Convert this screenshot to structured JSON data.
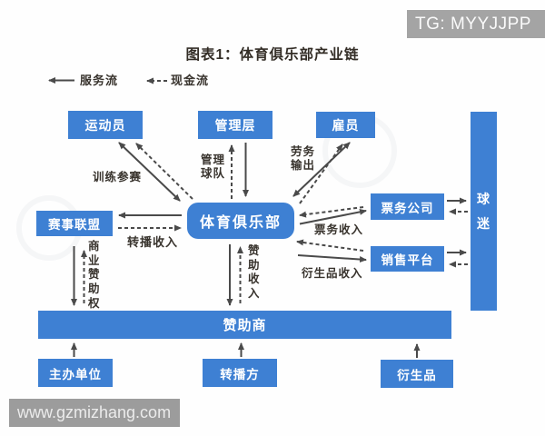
{
  "badges": {
    "top_right": "TG: MYYJJPP",
    "bottom_left": "www.gzmizhang.com"
  },
  "title": "图表1：体育俱乐部产业链",
  "legend": {
    "service_flow": "服务流",
    "cash_flow": "现金流"
  },
  "nodes": {
    "athletes": "运动员",
    "management": "管理层",
    "employees": "雇员",
    "fans": "球迷",
    "league": "赛事联盟",
    "club": "体育俱乐部",
    "ticketing": "票务公司",
    "sales_platform": "销售平台",
    "sponsors": "赞助商",
    "organizer": "主办单位",
    "broadcaster": "转播方",
    "derivatives": "衍生品"
  },
  "edge_labels": {
    "training_compete": "训练参赛",
    "manage_team": "管理球队",
    "labor_output": "劳务输出",
    "broadcast_income": "转播收入",
    "commercial_sponsor_rights": "商业赞助权",
    "sponsor_income": "赞助收入",
    "ticket_income": "票务收入",
    "derivative_income": "衍生品收入"
  },
  "colors": {
    "node_blue": "#3e80d3",
    "arrow_dark": "#4a4a4a",
    "badge_gray": "#a4a4a4",
    "watermark_gray": "#9c9c9c"
  }
}
